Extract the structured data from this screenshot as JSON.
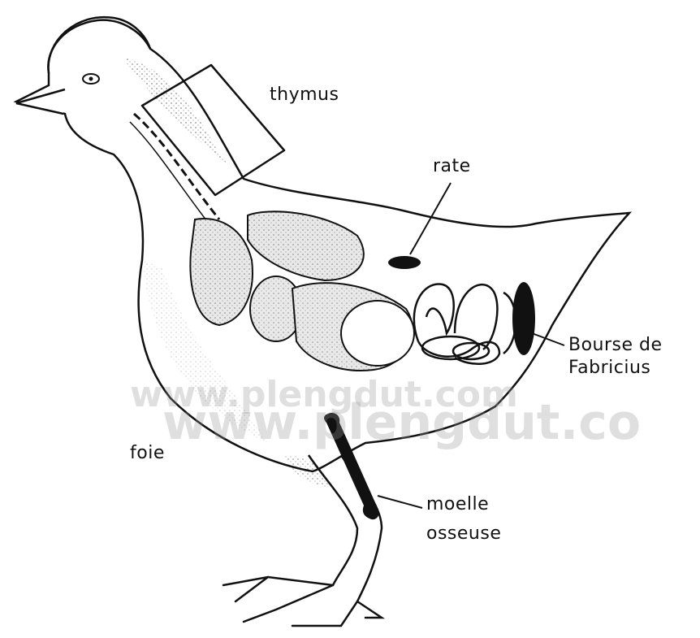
{
  "labels": {
    "thymus": "thymus",
    "rate": "rate",
    "bourse_line1": "Bourse de",
    "bourse_line2": "Fabricius",
    "foie": "foie",
    "moelle_line1": "moelle",
    "moelle_line2": "osseuse"
  },
  "watermark": {
    "line1": "www.plengdut.com",
    "line2": "www.plengdut.co"
  },
  "colors": {
    "ink": "#111111",
    "organ_fill": "#e9e9e9",
    "background": "#ffffff"
  }
}
